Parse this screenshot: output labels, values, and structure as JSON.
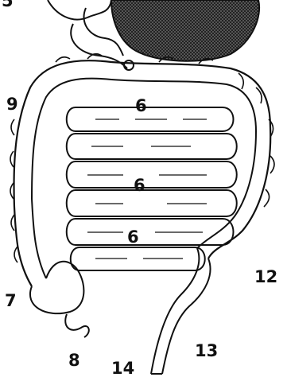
{
  "labels": {
    "l5": "5",
    "l9": "9",
    "l6a": "6",
    "l6b": "6",
    "l6c": "6",
    "l7": "7",
    "l8": "8",
    "l12": "12",
    "l13": "13",
    "l14": "14"
  },
  "colors": {
    "ink": "#111111",
    "paper": "#ffffff",
    "stomach_fill": "#1a1a1a"
  }
}
